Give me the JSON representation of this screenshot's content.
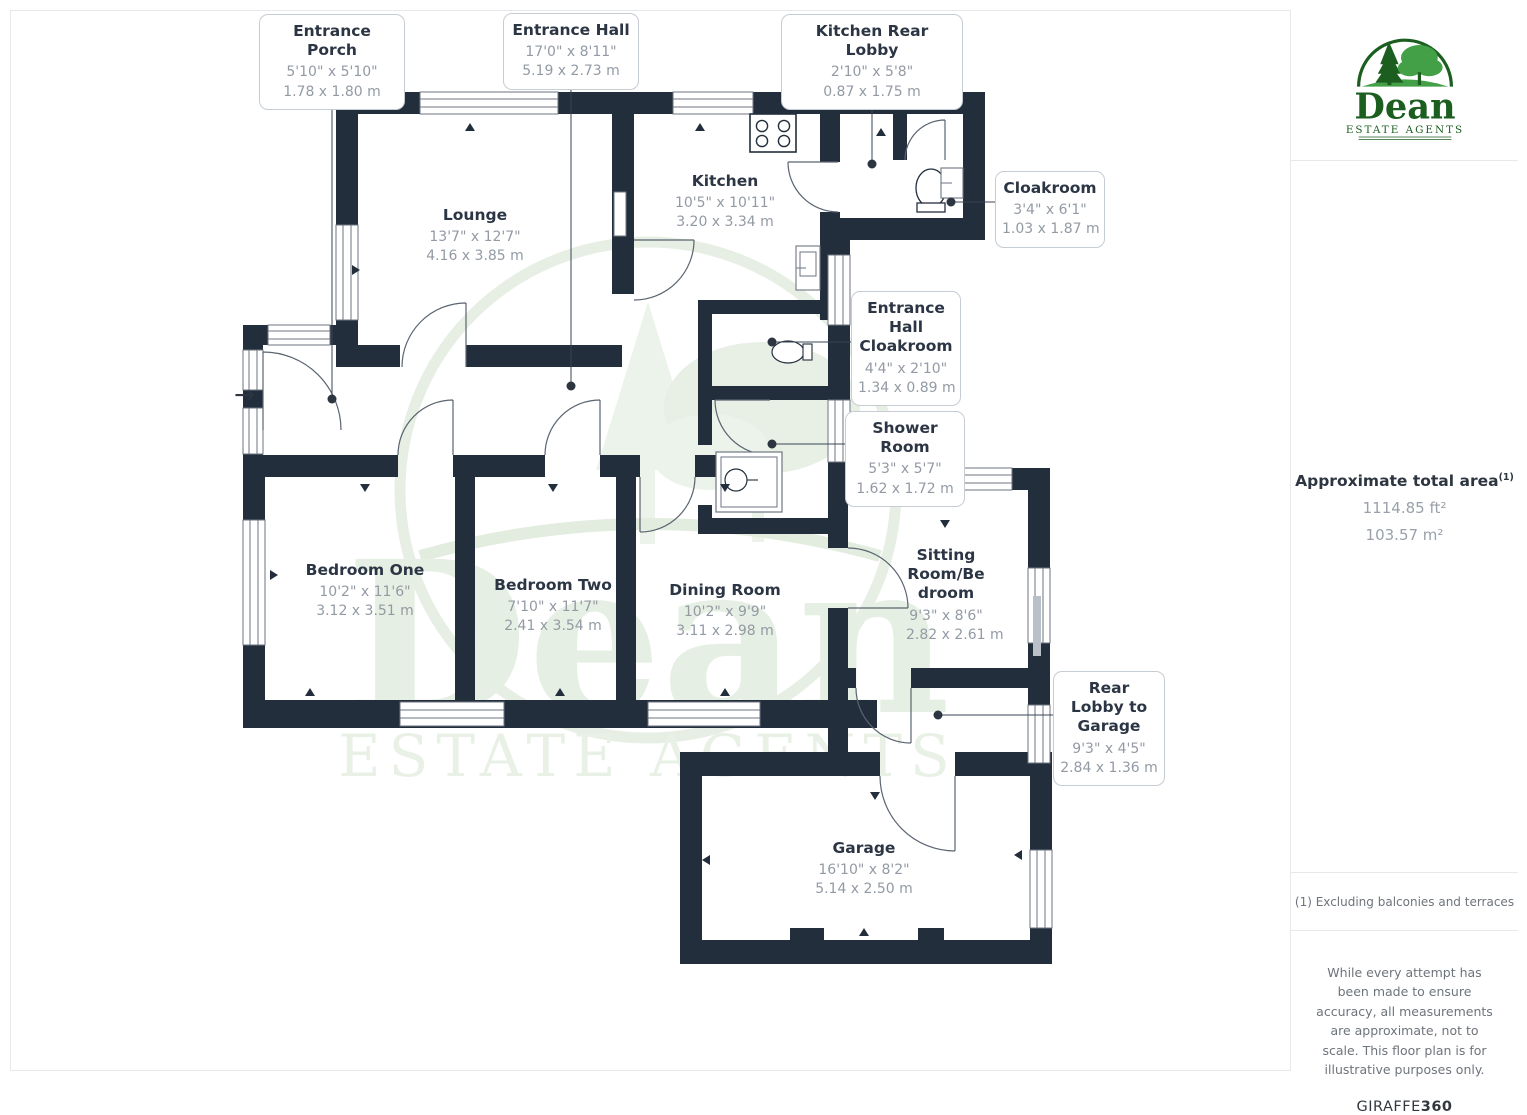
{
  "floorplan": {
    "entrance_arrow": "→",
    "labels": [
      {
        "name": "Entrance Porch",
        "imperial": "5'10\" x 5'10\"",
        "metric": "1.78 x 1.80 m"
      },
      {
        "name": "Entrance Hall",
        "imperial": "17'0\" x 8'11\"",
        "metric": "5.19 x 2.73 m"
      },
      {
        "name": "Kitchen Rear Lobby",
        "imperial": "2'10\" x 5'8\"",
        "metric": "0.87 x 1.75 m"
      },
      {
        "name": "Cloakroom",
        "imperial": "3'4\" x 6'1\"",
        "metric": "1.03 x 1.87 m"
      },
      {
        "name": "Entrance Hall Cloakroom",
        "imperial": "4'4\" x 2'10\"",
        "metric": "1.34 x 0.89 m"
      },
      {
        "name": "Shower Room",
        "imperial": "5'3\" x 5'7\"",
        "metric": "1.62 x 1.72 m"
      },
      {
        "name": "Lounge",
        "imperial": "13'7\" x 12'7\"",
        "metric": "4.16 x 3.85 m"
      },
      {
        "name": "Kitchen",
        "imperial": "10'5\" x 10'11\"",
        "metric": "3.20 x 3.34 m"
      },
      {
        "name": "Bedroom One",
        "imperial": "10'2\" x 11'6\"",
        "metric": "3.12 x 3.51 m"
      },
      {
        "name": "Bedroom Two",
        "imperial": "7'10\" x 11'7\"",
        "metric": "2.41 x 3.54 m"
      },
      {
        "name": "Dining Room",
        "imperial": "10'2\" x 9'9\"",
        "metric": "3.11 x 2.98 m"
      },
      {
        "name": "Sitting Room/Bedroom",
        "imperial": "9'3\" x 8'6\"",
        "metric": "2.82 x 2.61 m"
      },
      {
        "name": "Rear Lobby to Garage",
        "imperial": "9'3\" x 4'5\"",
        "metric": "2.84 x 1.36 m"
      },
      {
        "name": "Garage",
        "imperial": "16'10\" x 8'2\"",
        "metric": "5.14 x 2.50 m"
      }
    ],
    "watermark": {
      "name": "Dean",
      "tagline": "ESTATE AGENTS"
    }
  },
  "sidebar": {
    "logo": {
      "name": "Dean",
      "tagline": "ESTATE AGENTS"
    },
    "area": {
      "heading": "Approximate total area",
      "sup": "(1)",
      "imperial": "1114.85 ft²",
      "metric": "103.57 m²"
    },
    "footnote": "(1) Excluding balconies and terraces",
    "disclaimer": "While every attempt has been made to ensure accuracy, all measurements are approximate, not to scale. This floor plan is for illustrative purposes only.",
    "brand": {
      "name": "GIRAFFE",
      "suffix": "360"
    }
  },
  "colors": {
    "wall": "#232e3c",
    "label_title": "#2b3544",
    "label_dims": "#939aa4",
    "logo_green_dark": "#1b5e20",
    "logo_green_bright": "#43a047",
    "watermark_green": "#e5eee3"
  }
}
